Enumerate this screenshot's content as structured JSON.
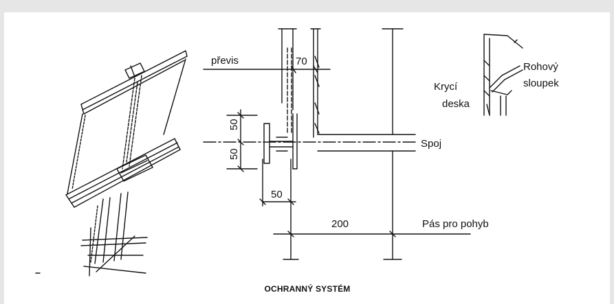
{
  "labels": {
    "previs": "převis",
    "spoj": "Spoj",
    "pas": "Pás pro pohyb",
    "kryci": "Krycí",
    "deska": "deska",
    "rohovy": "Rohový",
    "sloupek": "sloupek"
  },
  "dimensions": {
    "d70": "70",
    "d50_top": "50",
    "d50_mid": "50",
    "d50_bottom": "50",
    "d200": "200"
  },
  "caption": "OCHRANNÝ SYSTÉM",
  "colors": {
    "background": "#e6e6e6",
    "panel": "#ffffff",
    "ink": "#111111"
  }
}
